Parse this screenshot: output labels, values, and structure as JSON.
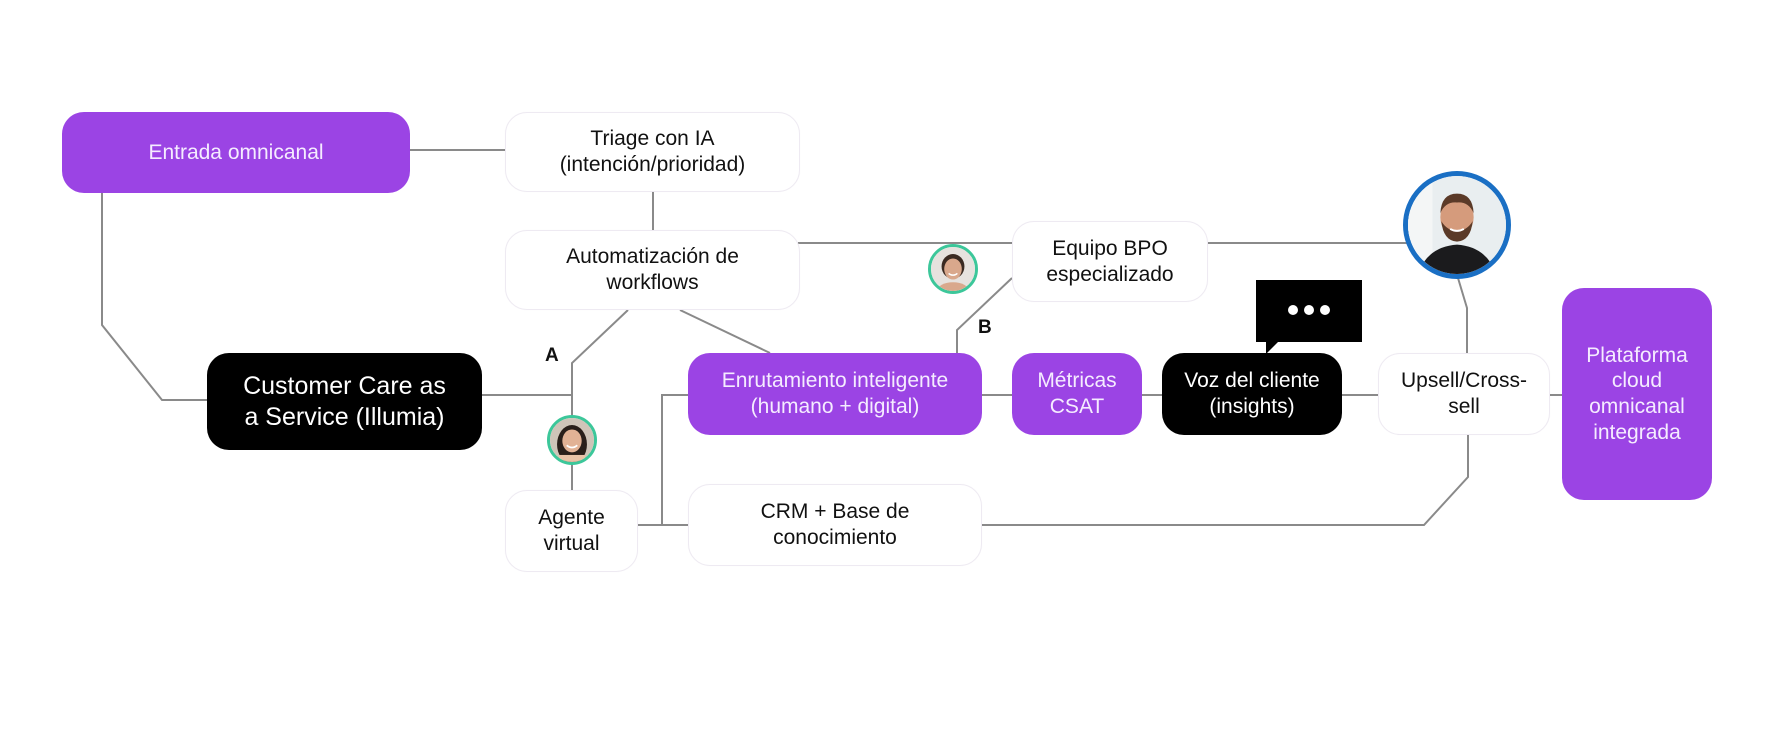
{
  "diagram": {
    "nodes": {
      "entrada": {
        "label": "Entrada omnicanal",
        "style": "purple"
      },
      "triage": {
        "label": "Triage con IA\n(intención/prioridad)",
        "style": "white"
      },
      "automatizacion": {
        "label": "Automatización de\nworkflows",
        "style": "white"
      },
      "customer_care": {
        "label": "Customer Care as\na Service (Illumia)",
        "style": "black"
      },
      "enrutamiento": {
        "label": "Enrutamiento inteligente\n(humano + digital)",
        "style": "purple"
      },
      "equipo_bpo": {
        "label": "Equipo BPO\nespecializado",
        "style": "white"
      },
      "metricas": {
        "label": "Métricas\nCSAT",
        "style": "purple"
      },
      "voz_cliente": {
        "label": "Voz del cliente\n(insights)",
        "style": "black"
      },
      "upsell": {
        "label": "Upsell/Cross-\nsell",
        "style": "white"
      },
      "plataforma": {
        "label": "Plataforma\ncloud\nomnicanal\nintegrada",
        "style": "purple"
      },
      "agente_virtual": {
        "label": "Agente\nvirtual",
        "style": "white"
      },
      "crm": {
        "label": "CRM + Base de\nconocimiento",
        "style": "white"
      }
    },
    "branch_labels": {
      "a": "A",
      "b": "B"
    },
    "avatars": {
      "woman_a": {
        "desc": "smiling woman avatar",
        "ring": "#3cc79a"
      },
      "woman_b": {
        "desc": "smiling woman avatar",
        "ring": "#3cc79a"
      },
      "man": {
        "desc": "bearded man avatar",
        "ring": "#1a6fc4"
      }
    },
    "chat_bubble": {
      "icon": "typing-ellipsis"
    },
    "colors": {
      "purple": "#9b44e4",
      "black": "#000000",
      "connector": "#8a8a8a",
      "avatar_ring_green": "#3cc79a",
      "avatar_ring_blue": "#1a6fc4"
    }
  }
}
